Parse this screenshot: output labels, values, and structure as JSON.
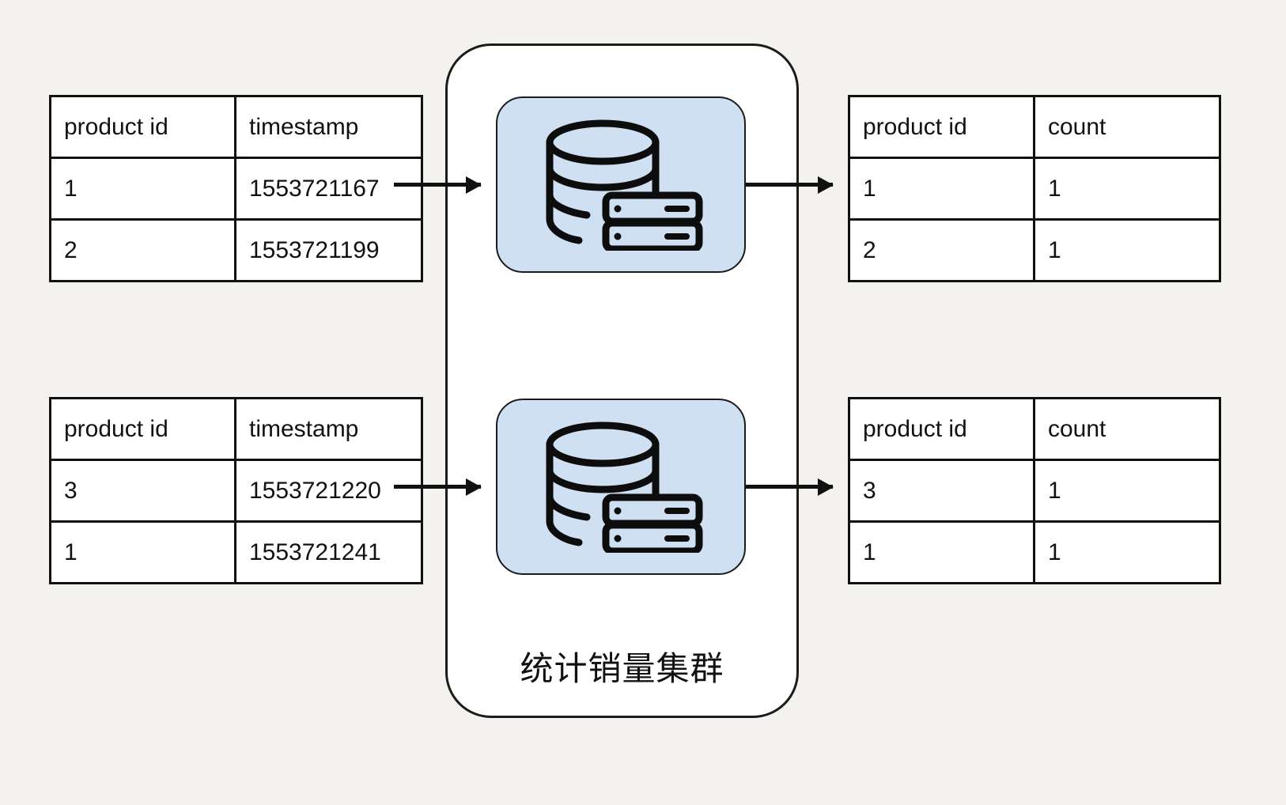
{
  "canvas": {
    "background_color": "#f4f2ee",
    "ink_color": "#111111",
    "tile_color": "#cfe0f2",
    "container_fill": "#ffffff"
  },
  "cluster": {
    "label": "统计销量集群",
    "nodes": [
      {
        "icon": "database-server-icon"
      },
      {
        "icon": "database-server-icon"
      }
    ]
  },
  "arrows": [
    {
      "name": "arrow-input-top",
      "from": "input-table-top",
      "to": "cluster-node-1"
    },
    {
      "name": "arrow-input-bottom",
      "from": "input-table-bottom",
      "to": "cluster-node-2"
    },
    {
      "name": "arrow-output-top",
      "from": "cluster-node-1",
      "to": "output-table-top"
    },
    {
      "name": "arrow-output-bottom",
      "from": "cluster-node-2",
      "to": "output-table-bottom"
    }
  ],
  "tables": {
    "input_top": {
      "headers": [
        "product id",
        "timestamp"
      ],
      "rows": [
        [
          "1",
          "1553721167"
        ],
        [
          "2",
          "1553721199"
        ]
      ]
    },
    "input_bottom": {
      "headers": [
        "product id",
        "timestamp"
      ],
      "rows": [
        [
          "3",
          "1553721220"
        ],
        [
          "1",
          "1553721241"
        ]
      ]
    },
    "output_top": {
      "headers": [
        "product id",
        "count"
      ],
      "rows": [
        [
          "1",
          "1"
        ],
        [
          "2",
          "1"
        ]
      ]
    },
    "output_bottom": {
      "headers": [
        "product id",
        "count"
      ],
      "rows": [
        [
          "3",
          "1"
        ],
        [
          "1",
          "1"
        ]
      ]
    }
  }
}
